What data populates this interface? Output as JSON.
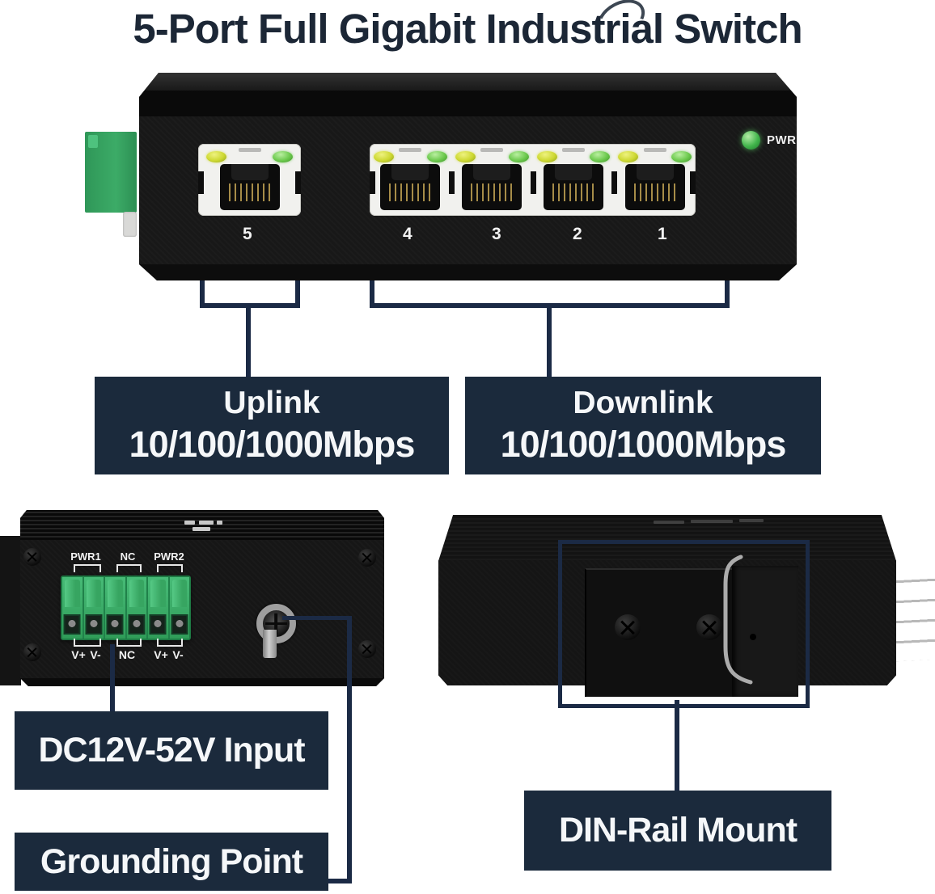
{
  "title": "5-Port Full Gigabit Industrial Switch",
  "front": {
    "pwr_label": "PWR",
    "uplink_port_number": "5",
    "downlink_port_numbers": [
      "4",
      "3",
      "2",
      "1"
    ]
  },
  "labels": {
    "uplink_title": "Uplink",
    "uplink_speed": "10/100/1000Mbps",
    "downlink_title": "Downlink",
    "downlink_speed": "10/100/1000Mbps",
    "dc_input": "DC12V-52V Input",
    "grounding": "Grounding Point",
    "din_rail": "DIN-Rail Mount"
  },
  "bottom_view": {
    "terminal_top_labels": [
      "PWR1",
      "NC",
      "PWR2"
    ],
    "terminal_bottom_labels": [
      "V+",
      "V-",
      "NC",
      "V+",
      "V-"
    ]
  },
  "colors": {
    "navy_box": "#1b2a3c",
    "callout_line": "#1b2a45",
    "led_yellow": "#cdd832",
    "led_green": "#6cc94d",
    "pwr_led_green": "#42b54c",
    "terminal_green": "#2f9c58",
    "mint_terminal_green": "#63c79b"
  }
}
